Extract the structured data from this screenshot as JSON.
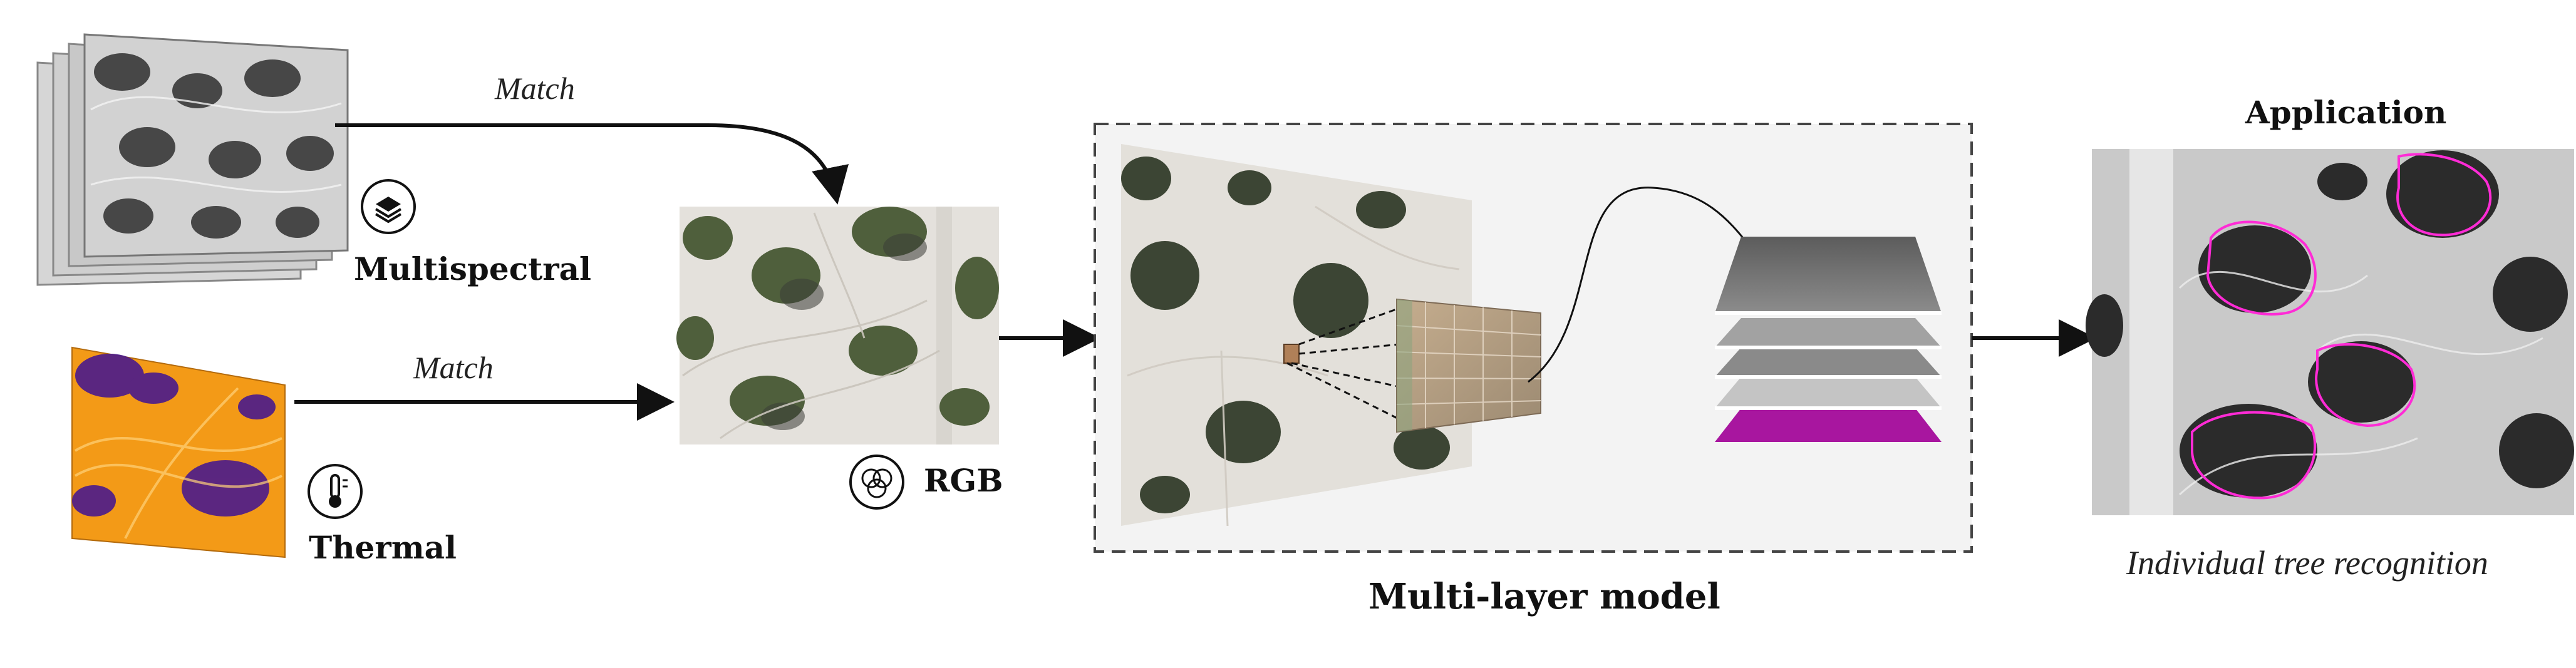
{
  "inputs": {
    "multispectral": {
      "label": "Multispectral",
      "match_label": "Match",
      "icon": "layers-icon"
    },
    "thermal": {
      "label": "Thermal",
      "match_label": "Match",
      "icon": "thermometer-icon"
    }
  },
  "rgb": {
    "label": "RGB",
    "icon": "rgb-circles-icon"
  },
  "model": {
    "label": "Multi-layer model",
    "layer_colors": [
      "#6f6f6f",
      "#9a9a9a",
      "#8a8a8a",
      "#c4c4c4",
      "#a8169f"
    ]
  },
  "application": {
    "title": "Application",
    "caption": "Individual tree recognition",
    "outline_color": "#ff2bd6"
  },
  "colors": {
    "thermal_bg": "#f39a17",
    "thermal_dark": "#4a1a8c",
    "arrow": "#111111",
    "panel_bg": "#f3f3f3"
  }
}
